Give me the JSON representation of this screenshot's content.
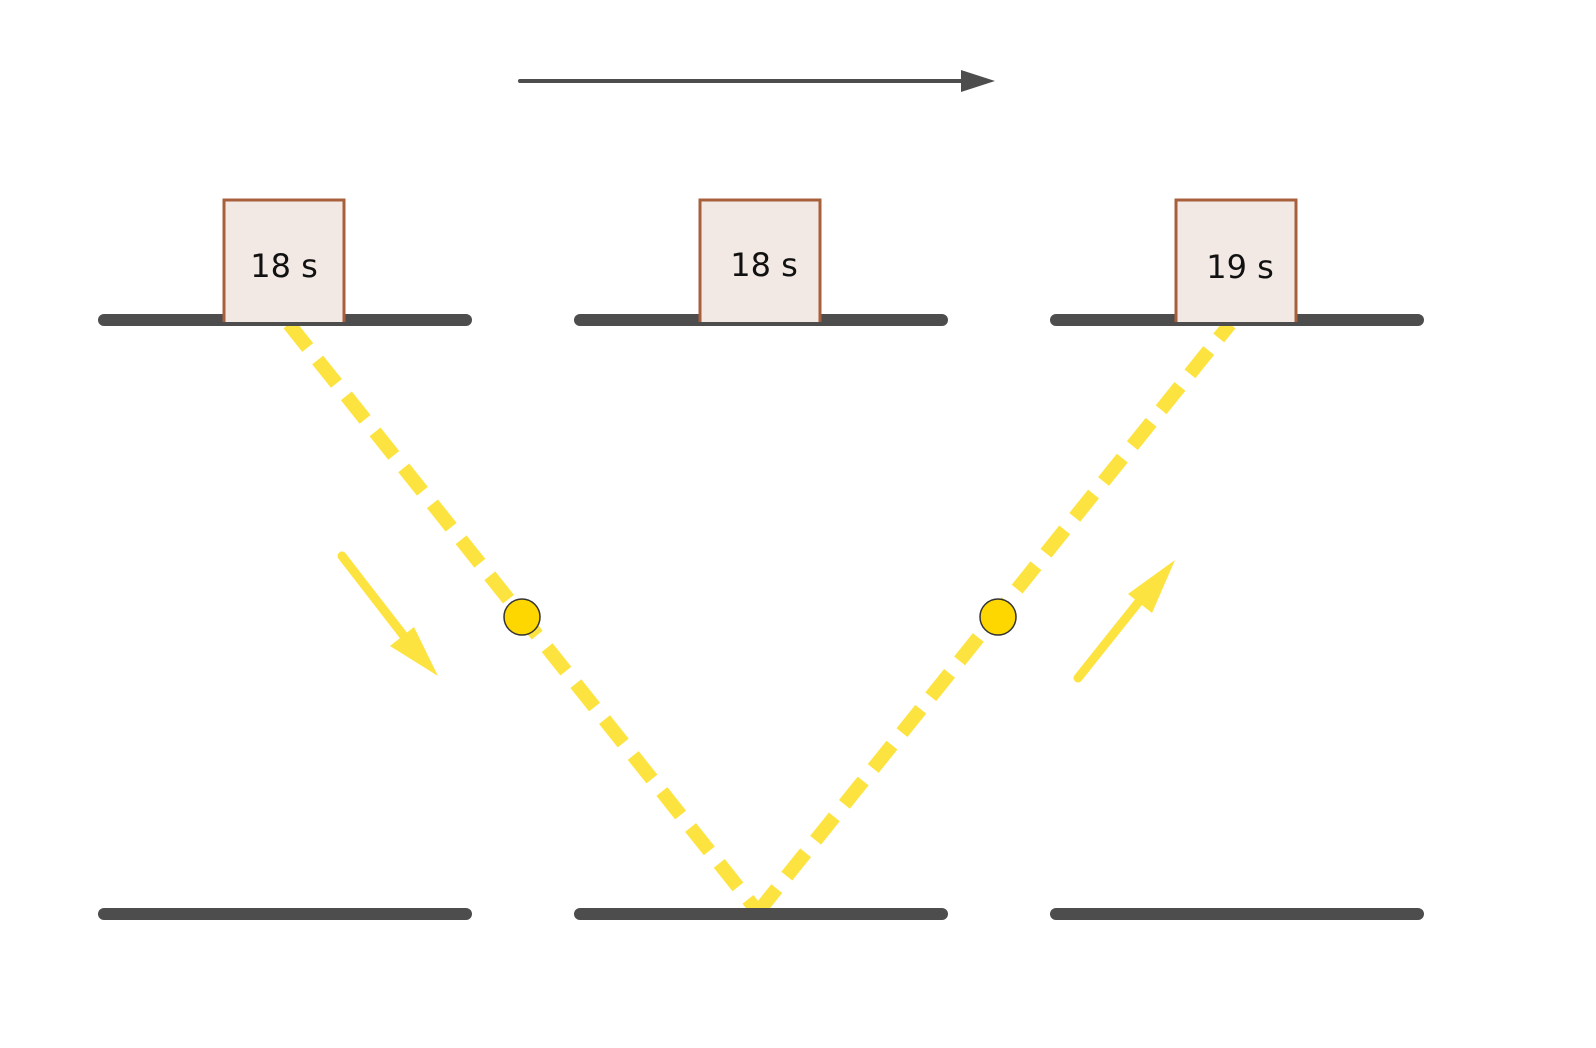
{
  "clocks": [
    {
      "label": "18 s"
    },
    {
      "label": "18 s"
    },
    {
      "label": "19 s"
    }
  ],
  "colors": {
    "mirror": "#4d4d4d",
    "light_path": "#fce340",
    "photon_fill": "#ffd700",
    "photon_stroke": "#333333",
    "clock_fill": "#f2e9e4",
    "clock_stroke": "#a8603c",
    "motion_arrow": "#4d4d4d"
  },
  "icons": {
    "motion": "arrow-right",
    "photon": "circle",
    "direction_down": "arrow-down-right",
    "direction_up": "arrow-up-right"
  }
}
